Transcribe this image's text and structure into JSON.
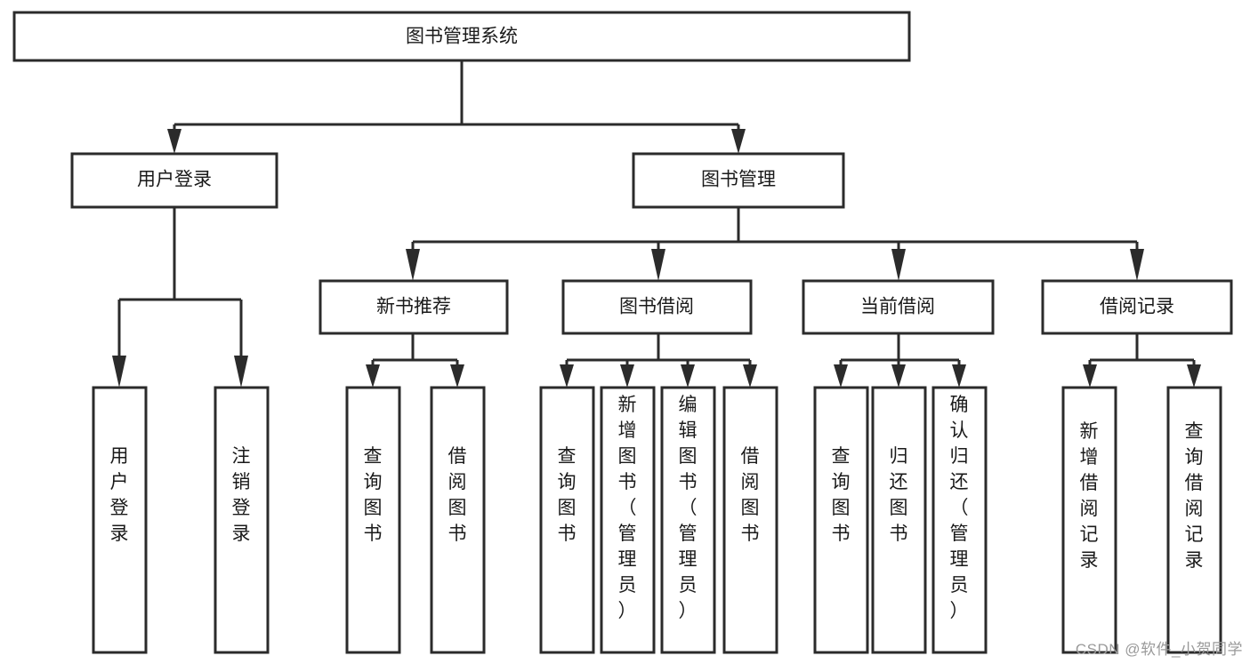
{
  "diagram": {
    "type": "hierarchy-tree",
    "title": "图书管理系统",
    "watermark": "CSDN @软件_小贺同学",
    "colors": {
      "stroke": "#2b2b2b",
      "fill": "#ffffff",
      "text": "#1a1a1a",
      "watermark": "#9a9a9a"
    },
    "nodes": {
      "root": {
        "label": "图书管理系统",
        "orientation": "horizontal"
      },
      "level1": [
        {
          "id": "user-login",
          "label": "用户登录",
          "orientation": "horizontal"
        },
        {
          "id": "book-manage",
          "label": "图书管理",
          "orientation": "horizontal"
        }
      ],
      "level2": [
        {
          "id": "new-book-recommend",
          "label": "新书推荐",
          "orientation": "horizontal"
        },
        {
          "id": "book-borrow",
          "label": "图书借阅",
          "orientation": "horizontal"
        },
        {
          "id": "current-borrow",
          "label": "当前借阅",
          "orientation": "horizontal"
        },
        {
          "id": "borrow-record",
          "label": "借阅记录",
          "orientation": "horizontal"
        }
      ],
      "leaves": [
        {
          "id": "leaf-user-login",
          "label": "用户登录",
          "orientation": "vertical",
          "parent": "user-login"
        },
        {
          "id": "leaf-logout-login",
          "label": "注销登录",
          "orientation": "vertical",
          "parent": "user-login"
        },
        {
          "id": "leaf-query-book-1",
          "label": "查询图书",
          "orientation": "vertical",
          "parent": "new-book-recommend"
        },
        {
          "id": "leaf-borrow-book-1",
          "label": "借阅图书",
          "orientation": "vertical",
          "parent": "new-book-recommend"
        },
        {
          "id": "leaf-query-book-2",
          "label": "查询图书",
          "orientation": "vertical",
          "parent": "book-borrow"
        },
        {
          "id": "leaf-add-book",
          "label": "新增图书（管理员）",
          "orientation": "vertical",
          "parent": "book-borrow"
        },
        {
          "id": "leaf-edit-book",
          "label": "编辑图书（管理员）",
          "orientation": "vertical",
          "parent": "book-borrow"
        },
        {
          "id": "leaf-borrow-book-2",
          "label": "借阅图书",
          "orientation": "vertical",
          "parent": "book-borrow"
        },
        {
          "id": "leaf-query-book-3",
          "label": "查询图书",
          "orientation": "vertical",
          "parent": "current-borrow"
        },
        {
          "id": "leaf-return-book",
          "label": "归还图书",
          "orientation": "vertical",
          "parent": "current-borrow"
        },
        {
          "id": "leaf-confirm-return",
          "label": "确认归还（管理员）",
          "orientation": "vertical",
          "parent": "current-borrow"
        },
        {
          "id": "leaf-add-record",
          "label": "新增借阅记录",
          "orientation": "vertical",
          "parent": "borrow-record"
        },
        {
          "id": "leaf-query-record",
          "label": "查询借阅记录",
          "orientation": "vertical",
          "parent": "borrow-record"
        }
      ]
    }
  }
}
